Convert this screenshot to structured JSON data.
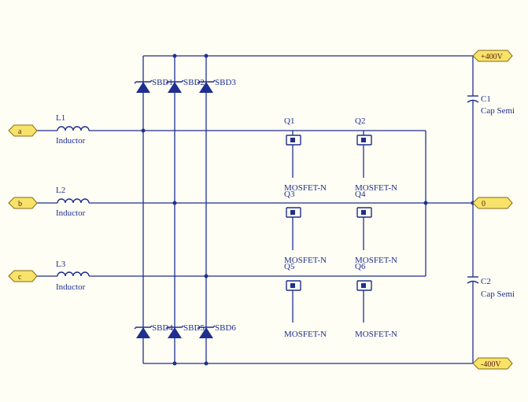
{
  "ports": {
    "a": "a",
    "b": "b",
    "c": "c",
    "pos": "+400V",
    "mid": "0",
    "neg": "-400V"
  },
  "inductors": [
    {
      "ref": "L1",
      "type": "Inductor"
    },
    {
      "ref": "L2",
      "type": "Inductor"
    },
    {
      "ref": "L3",
      "type": "Inductor"
    }
  ],
  "diodes_top": [
    "SBD1",
    "SBD2",
    "SBD3"
  ],
  "diodes_bottom": [
    "SBD4",
    "SBD5",
    "SBD6"
  ],
  "mosfets": [
    {
      "ref": "Q1",
      "type": "MOSFET-N"
    },
    {
      "ref": "Q2",
      "type": "MOSFET-N"
    },
    {
      "ref": "Q3",
      "type": "MOSFET-N"
    },
    {
      "ref": "Q4",
      "type": "MOSFET-N"
    },
    {
      "ref": "Q5",
      "type": "MOSFET-N"
    },
    {
      "ref": "Q6",
      "type": "MOSFET-N"
    }
  ],
  "capacitors": [
    {
      "ref": "C1",
      "type": "Cap Semi"
    },
    {
      "ref": "C2",
      "type": "Cap Semi"
    }
  ],
  "colors": {
    "wire": "#1f2f8f",
    "port_fill": "#f7e36a",
    "port_stroke": "#8a6a10",
    "diode_fill": "#1f2f8f",
    "background": "#fffef5"
  }
}
